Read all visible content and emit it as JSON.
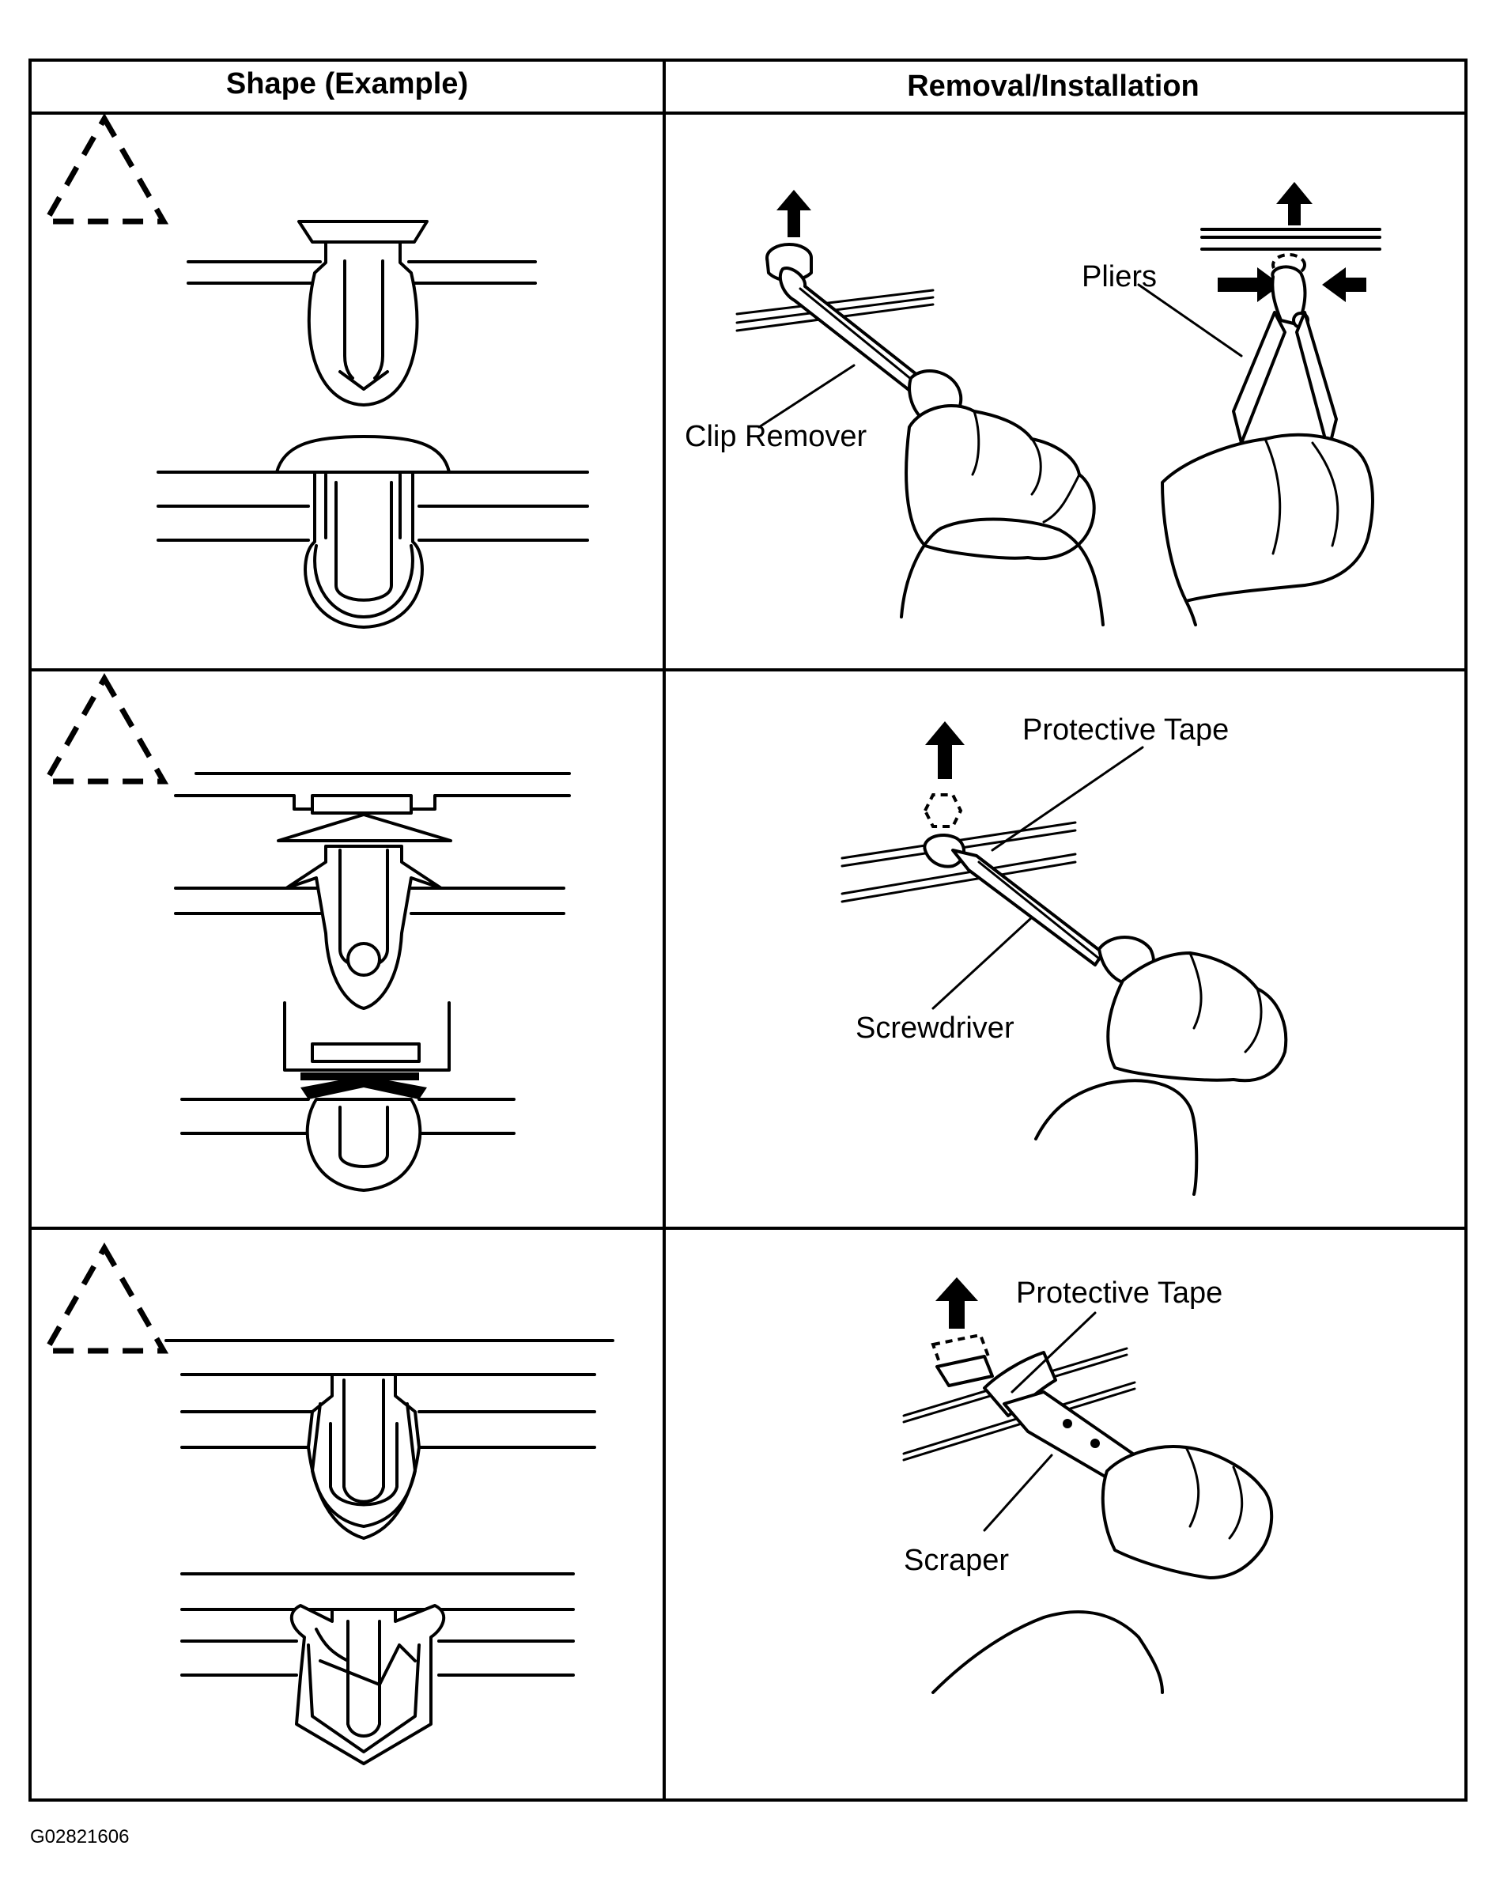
{
  "table": {
    "headers": [
      "Shape (Example)",
      "Removal/Installation"
    ],
    "rows": [
      {
        "labels": [
          "Clip Remover",
          "Pliers"
        ]
      },
      {
        "labels": [
          "Protective Tape",
          "Screwdriver"
        ]
      },
      {
        "labels": [
          "Protective Tape",
          "Scraper"
        ]
      }
    ]
  },
  "figure_code": "G02821606",
  "icons": [
    "caution-triangle-icon",
    "arrow-up-icon",
    "arrow-right-icon",
    "arrow-left-icon"
  ]
}
